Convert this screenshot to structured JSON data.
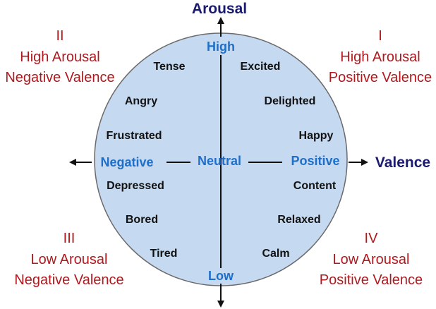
{
  "axes": {
    "vertical_title": "Arousal",
    "horizontal_title": "Valence",
    "high": "High",
    "low": "Low",
    "negative": "Negative",
    "positive": "Positive",
    "neutral": "Neutral"
  },
  "emotions": {
    "tense": "Tense",
    "excited": "Excited",
    "angry": "Angry",
    "delighted": "Delighted",
    "frustrated": "Frustrated",
    "happy": "Happy",
    "depressed": "Depressed",
    "content": "Content",
    "bored": "Bored",
    "relaxed": "Relaxed",
    "tired": "Tired",
    "calm": "Calm"
  },
  "quadrants": {
    "q1": {
      "numeral": "I",
      "line1": "High Arousal",
      "line2": "Positive Valence"
    },
    "q2": {
      "numeral": "II",
      "line1": "High Arousal",
      "line2": "Negative Valence"
    },
    "q3": {
      "numeral": "III",
      "line1": "Low Arousal",
      "line2": "Negative Valence"
    },
    "q4": {
      "numeral": "IV",
      "line1": "Low Arousal",
      "line2": "Positive Valence"
    }
  },
  "colors": {
    "circle_fill": "#c5d9f1",
    "circle_stroke": "#6a6a6a",
    "axis_title": "#1a1a6e",
    "pole": "#1f6fc8",
    "quadrant": "#b0191e",
    "emotion": "#111111"
  }
}
